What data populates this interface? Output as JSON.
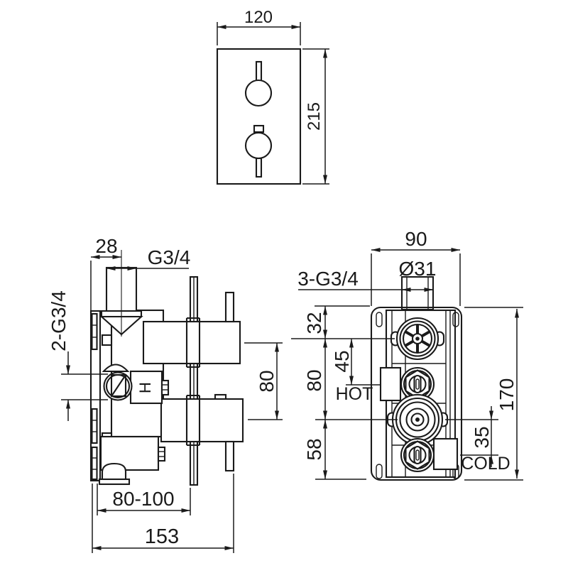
{
  "title": "Thermostatic shower valve technical drawing",
  "colors": {
    "background": "#ffffff",
    "line": "#1a1a1a"
  },
  "front_view": {
    "width": "120",
    "height": "215"
  },
  "side_view": {
    "pipe_offset": "28",
    "top_thread": "G3/4",
    "side_threads": "2-G3/4",
    "cartridge_spacing": "80",
    "mount_depth_range": "80-100",
    "total_depth": "153",
    "hot_marker": "H"
  },
  "back_view": {
    "body_width": "90",
    "pipe_diameter": "Ø31",
    "connection_threads": "3-G3/4",
    "top_to_port": "32",
    "port_to_hot": "45",
    "port_spacing": "80",
    "bottom_span": "58",
    "mid_to_cold": "35",
    "body_height": "170",
    "hot_label": "HOT",
    "cold_label": "COLD"
  }
}
